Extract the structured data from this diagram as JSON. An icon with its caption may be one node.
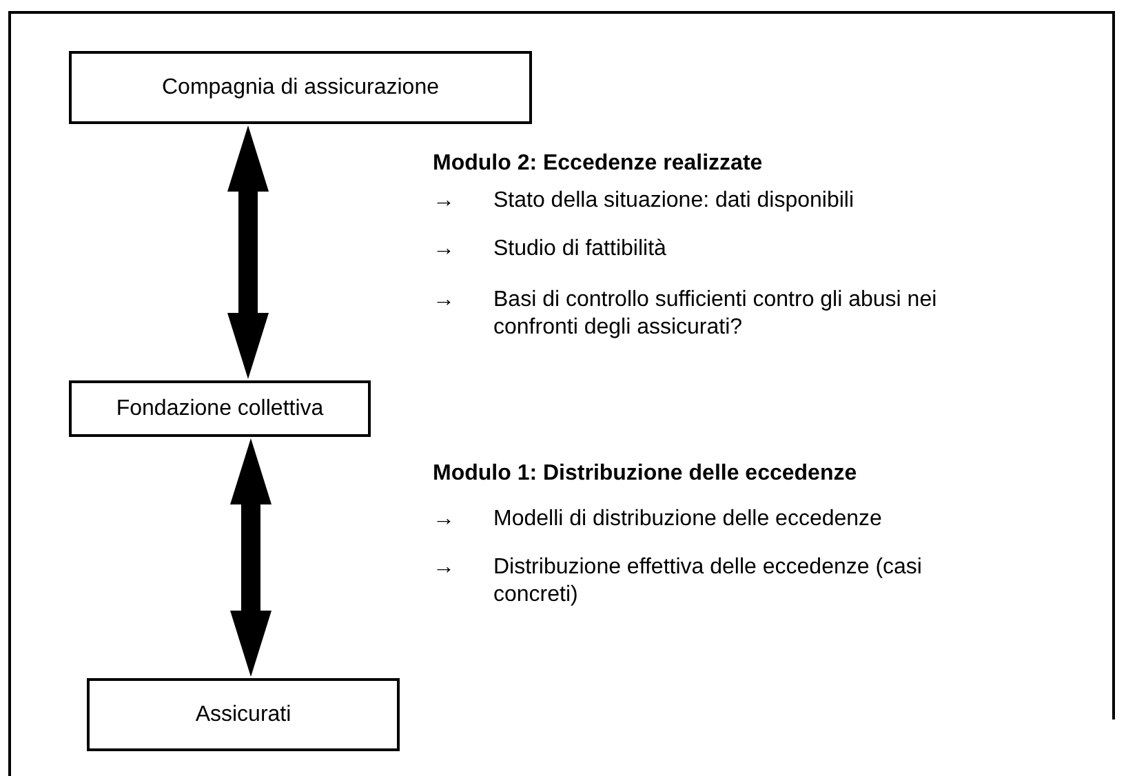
{
  "diagram": {
    "nodes": [
      {
        "text": [
          "Compagnia di assicurazione"
        ]
      },
      {
        "text": [
          "Fondazione collettiva"
        ]
      },
      {
        "text": [
          "Assicurati"
        ]
      }
    ],
    "edges": [
      {
        "from": 0,
        "to": 1,
        "arrow": "both"
      },
      {
        "from": 1,
        "to": 2,
        "arrow": "both"
      }
    ],
    "labels": [
      "Modulo 2: Eccedenze realizzate",
      "→",
      "Stato della situazione: dati disponibili",
      "→",
      "Studio di fattibilità",
      "→",
      "Basi di controllo sufficienti contro gli abusi nei confronti degli assicurati?",
      "Modulo 1: Distribuzione delle eccedenze",
      "→",
      "Modelli di distribuzione delle eccedenze",
      "→",
      "Distribuzione effettiva delle eccedenze (casi concreti)"
    ]
  }
}
